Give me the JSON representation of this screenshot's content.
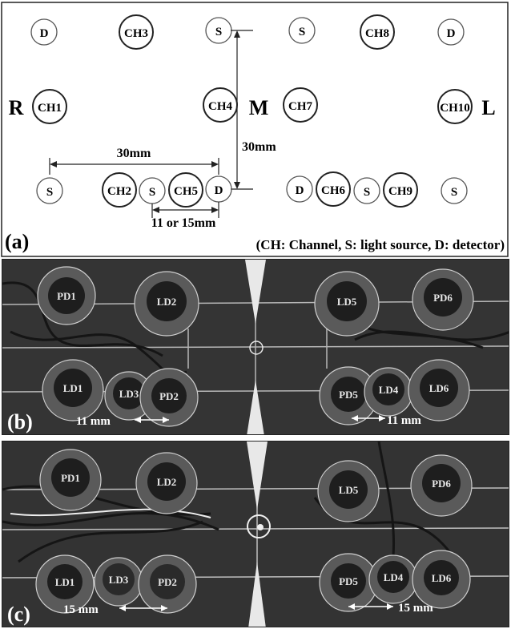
{
  "panel_a": {
    "label": "(a)",
    "legend": "(CH: Channel, S: light source, D: detector)",
    "side_right": "R",
    "side_mid": "M",
    "side_left": "L",
    "dim_horizontal": "30mm",
    "dim_vertical": "30mm",
    "dim_spacing": "11 or 15mm",
    "top_row": [
      "D",
      "CH3",
      "S",
      "S",
      "CH8",
      "D"
    ],
    "mid_row": [
      "CH1",
      "CH4",
      "CH7",
      "CH10"
    ],
    "bottom_row": [
      "S",
      "CH2",
      "S",
      "CH5",
      "D",
      "D",
      "CH6",
      "S",
      "CH9",
      "S"
    ]
  },
  "panel_b": {
    "label": "(b)",
    "dim_left": "11 mm",
    "dim_right": "11 mm",
    "probes_left": [
      "PD1",
      "LD2",
      "LD1",
      "LD3",
      "PD2"
    ],
    "probes_right": [
      "LD5",
      "PD6",
      "PD5",
      "LD4",
      "LD6"
    ]
  },
  "panel_c": {
    "label": "(c)",
    "dim_left": "15 mm",
    "dim_right": "15 mm",
    "probes_left": [
      "PD1",
      "LD2",
      "LD1",
      "LD3",
      "PD2"
    ],
    "probes_right": [
      "LD5",
      "PD6",
      "PD5",
      "LD4",
      "LD6"
    ]
  }
}
